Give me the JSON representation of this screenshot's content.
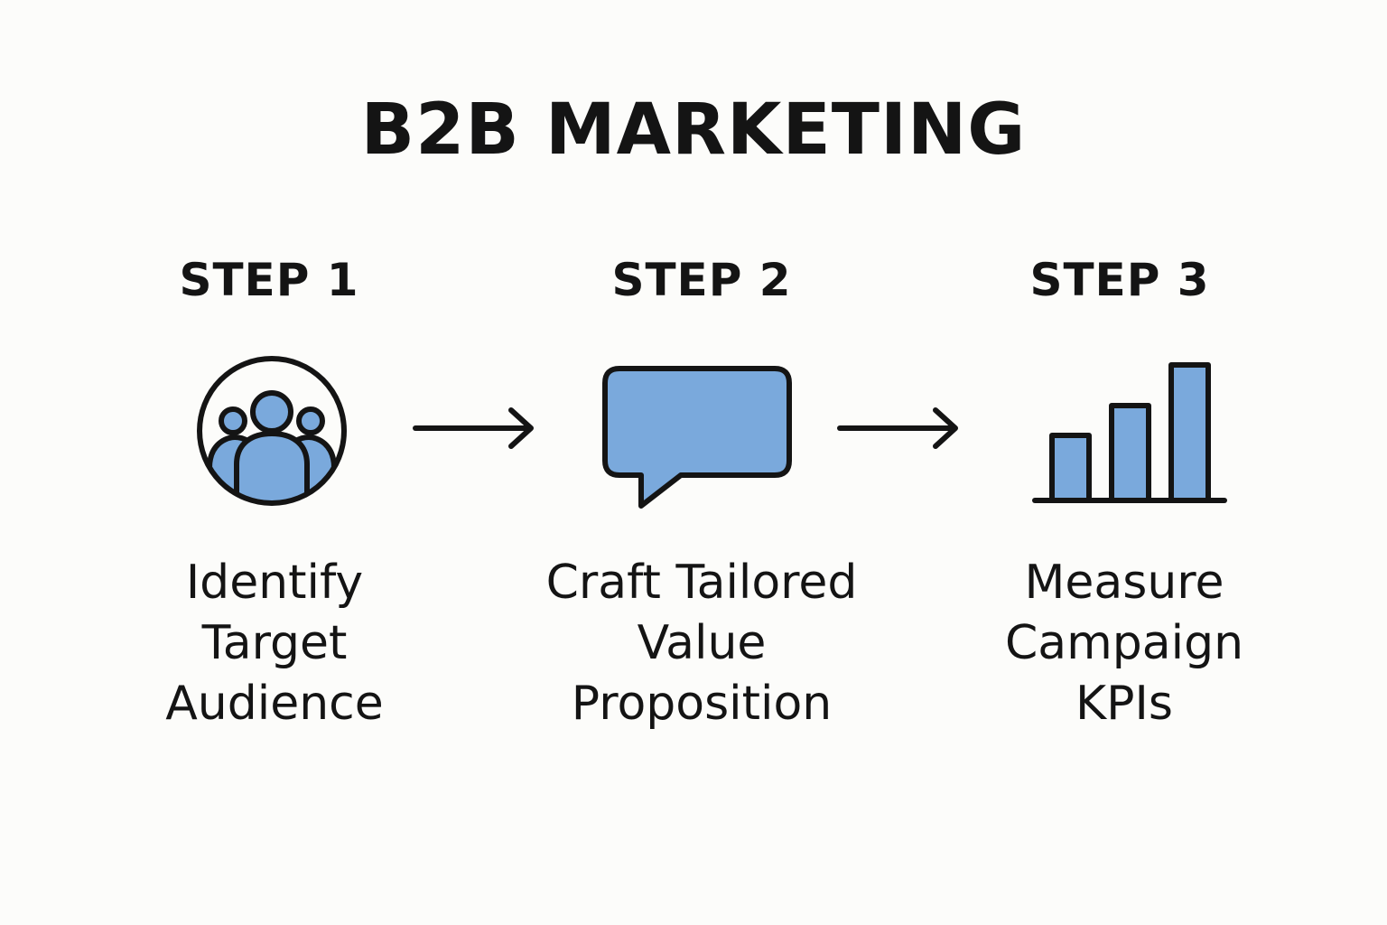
{
  "title": "B2B MARKETING",
  "steps": [
    {
      "heading": "STEP 1",
      "lines": [
        "Identify",
        "Target",
        "Audience"
      ],
      "icon": "audience-group-icon"
    },
    {
      "heading": "STEP 2",
      "lines": [
        "Craft Tailored",
        "Value",
        "Proposition"
      ],
      "icon": "speech-bubble-icon"
    },
    {
      "heading": "STEP 3",
      "lines": [
        "Measure",
        "Campaign",
        "KPIs"
      ],
      "icon": "bar-chart-icon"
    }
  ],
  "colors": {
    "accent_fill": "#7aa9dc",
    "outline": "#141414",
    "background": "#fcfcfa"
  }
}
